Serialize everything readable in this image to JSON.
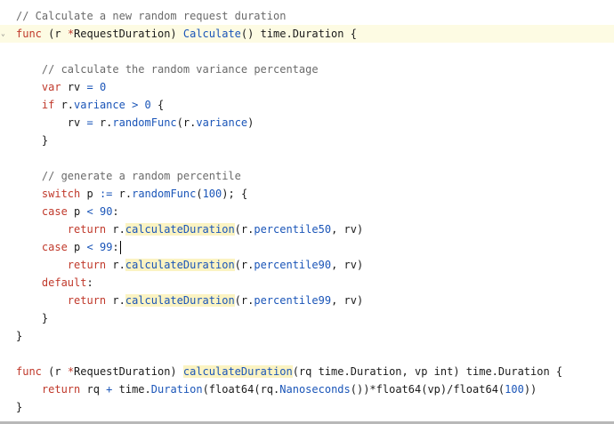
{
  "editor": {
    "lines": [
      {
        "text": "// Calculate a new random request duration",
        "tokens": [
          {
            "t": "// Calculate a new random request duration",
            "c": "comment"
          }
        ]
      },
      {
        "text": "func (r *RequestDuration) Calculate() time.Duration {",
        "current": true,
        "fold": true,
        "tokens": [
          {
            "t": "func",
            "c": "kw"
          },
          {
            "t": " (r ",
            "c": "plain"
          },
          {
            "t": "*",
            "c": "kw"
          },
          {
            "t": "RequestDuration) ",
            "c": "plain"
          },
          {
            "t": "Calculate",
            "c": "fn"
          },
          {
            "t": "() time.Duration {",
            "c": "plain"
          }
        ]
      },
      {
        "text": "",
        "tokens": []
      },
      {
        "text": "    // calculate the random variance percentage",
        "tokens": [
          {
            "t": "    ",
            "c": "plain"
          },
          {
            "t": "// calculate the random variance percentage",
            "c": "comment"
          }
        ]
      },
      {
        "text": "    var rv = 0",
        "tokens": [
          {
            "t": "    ",
            "c": "plain"
          },
          {
            "t": "var",
            "c": "kw"
          },
          {
            "t": " rv ",
            "c": "plain"
          },
          {
            "t": "=",
            "c": "op"
          },
          {
            "t": " ",
            "c": "plain"
          },
          {
            "t": "0",
            "c": "num"
          }
        ]
      },
      {
        "text": "    if r.variance > 0 {",
        "tokens": [
          {
            "t": "    ",
            "c": "plain"
          },
          {
            "t": "if",
            "c": "kw"
          },
          {
            "t": " r.",
            "c": "plain"
          },
          {
            "t": "variance",
            "c": "fn"
          },
          {
            "t": " ",
            "c": "plain"
          },
          {
            "t": ">",
            "c": "op"
          },
          {
            "t": " ",
            "c": "plain"
          },
          {
            "t": "0",
            "c": "num"
          },
          {
            "t": " {",
            "c": "plain"
          }
        ]
      },
      {
        "text": "        rv = r.randomFunc(r.variance)",
        "tokens": [
          {
            "t": "        rv ",
            "c": "plain"
          },
          {
            "t": "=",
            "c": "op"
          },
          {
            "t": " r.",
            "c": "plain"
          },
          {
            "t": "randomFunc",
            "c": "fn"
          },
          {
            "t": "(r.",
            "c": "plain"
          },
          {
            "t": "variance",
            "c": "fn"
          },
          {
            "t": ")",
            "c": "plain"
          }
        ]
      },
      {
        "text": "    }",
        "tokens": [
          {
            "t": "    }",
            "c": "plain"
          }
        ]
      },
      {
        "text": "",
        "tokens": []
      },
      {
        "text": "    // generate a random percentile",
        "tokens": [
          {
            "t": "    ",
            "c": "plain"
          },
          {
            "t": "// generate a random percentile",
            "c": "comment"
          }
        ]
      },
      {
        "text": "    switch p := r.randomFunc(100); {",
        "tokens": [
          {
            "t": "    ",
            "c": "plain"
          },
          {
            "t": "switch",
            "c": "kw"
          },
          {
            "t": " p ",
            "c": "plain"
          },
          {
            "t": ":=",
            "c": "op"
          },
          {
            "t": " r.",
            "c": "plain"
          },
          {
            "t": "randomFunc",
            "c": "fn"
          },
          {
            "t": "(",
            "c": "plain"
          },
          {
            "t": "100",
            "c": "num"
          },
          {
            "t": "); {",
            "c": "plain"
          }
        ]
      },
      {
        "text": "    case p < 90:",
        "tokens": [
          {
            "t": "    ",
            "c": "plain"
          },
          {
            "t": "case",
            "c": "kw"
          },
          {
            "t": " p ",
            "c": "plain"
          },
          {
            "t": "<",
            "c": "op"
          },
          {
            "t": " ",
            "c": "plain"
          },
          {
            "t": "90",
            "c": "num"
          },
          {
            "t": ":",
            "c": "plain"
          }
        ]
      },
      {
        "text": "        return r.calculateDuration(r.percentile50, rv)",
        "tokens": [
          {
            "t": "        ",
            "c": "plain"
          },
          {
            "t": "return",
            "c": "kw"
          },
          {
            "t": " r.",
            "c": "plain"
          },
          {
            "t": "calculateDuration",
            "c": "fn",
            "hl": true
          },
          {
            "t": "(r.",
            "c": "plain"
          },
          {
            "t": "percentile50",
            "c": "fn"
          },
          {
            "t": ", rv)",
            "c": "plain"
          }
        ]
      },
      {
        "text": "    case p < 99:",
        "caret": true,
        "tokens": [
          {
            "t": "    ",
            "c": "plain"
          },
          {
            "t": "case",
            "c": "kw"
          },
          {
            "t": " p ",
            "c": "plain"
          },
          {
            "t": "<",
            "c": "op"
          },
          {
            "t": " ",
            "c": "plain"
          },
          {
            "t": "99",
            "c": "num"
          },
          {
            "t": ":",
            "c": "plain"
          }
        ]
      },
      {
        "text": "        return r.calculateDuration(r.percentile90, rv)",
        "tokens": [
          {
            "t": "        ",
            "c": "plain"
          },
          {
            "t": "return",
            "c": "kw"
          },
          {
            "t": " r.",
            "c": "plain"
          },
          {
            "t": "calculateDuration",
            "c": "fn",
            "hl": true
          },
          {
            "t": "(r.",
            "c": "plain"
          },
          {
            "t": "percentile90",
            "c": "fn"
          },
          {
            "t": ", rv)",
            "c": "plain"
          }
        ]
      },
      {
        "text": "    default:",
        "tokens": [
          {
            "t": "    ",
            "c": "plain"
          },
          {
            "t": "default",
            "c": "kw"
          },
          {
            "t": ":",
            "c": "plain"
          }
        ]
      },
      {
        "text": "        return r.calculateDuration(r.percentile99, rv)",
        "tokens": [
          {
            "t": "        ",
            "c": "plain"
          },
          {
            "t": "return",
            "c": "kw"
          },
          {
            "t": " r.",
            "c": "plain"
          },
          {
            "t": "calculateDuration",
            "c": "fn",
            "hl": true
          },
          {
            "t": "(r.",
            "c": "plain"
          },
          {
            "t": "percentile99",
            "c": "fn"
          },
          {
            "t": ", rv)",
            "c": "plain"
          }
        ]
      },
      {
        "text": "    }",
        "tokens": [
          {
            "t": "    }",
            "c": "plain"
          }
        ]
      },
      {
        "text": "}",
        "tokens": [
          {
            "t": "}",
            "c": "plain"
          }
        ]
      },
      {
        "text": "",
        "tokens": []
      },
      {
        "text": "func (r *RequestDuration) calculateDuration(rq time.Duration, vp int) time.Duration {",
        "tokens": [
          {
            "t": "func",
            "c": "kw"
          },
          {
            "t": " (r ",
            "c": "plain"
          },
          {
            "t": "*",
            "c": "kw"
          },
          {
            "t": "RequestDuration) ",
            "c": "plain"
          },
          {
            "t": "calculateDuration",
            "c": "fn",
            "hl": true
          },
          {
            "t": "(rq time.Duration, vp int) time.Duration {",
            "c": "plain"
          }
        ]
      },
      {
        "text": "    return rq + time.Duration(float64(rq.Nanoseconds())*float64(vp)/float64(100))",
        "tokens": [
          {
            "t": "    ",
            "c": "plain"
          },
          {
            "t": "return",
            "c": "kw"
          },
          {
            "t": " rq ",
            "c": "plain"
          },
          {
            "t": "+",
            "c": "op"
          },
          {
            "t": " time.",
            "c": "plain"
          },
          {
            "t": "Duration",
            "c": "fn"
          },
          {
            "t": "(float64(rq.",
            "c": "plain"
          },
          {
            "t": "Nanoseconds",
            "c": "fn"
          },
          {
            "t": "())*float64(vp)/float64(",
            "c": "plain"
          },
          {
            "t": "100",
            "c": "num"
          },
          {
            "t": "))",
            "c": "plain"
          }
        ]
      },
      {
        "text": "}",
        "tokens": [
          {
            "t": "}",
            "c": "plain"
          }
        ]
      }
    ]
  },
  "colors": {
    "keyword": "#c0392b",
    "function": "#1a55b8",
    "comment": "#6a6a6a",
    "current_line": "#fdfbe3",
    "usage_highlight": "#fbf3c2"
  },
  "icons": {
    "fold_marker": "chevron-down-icon"
  }
}
